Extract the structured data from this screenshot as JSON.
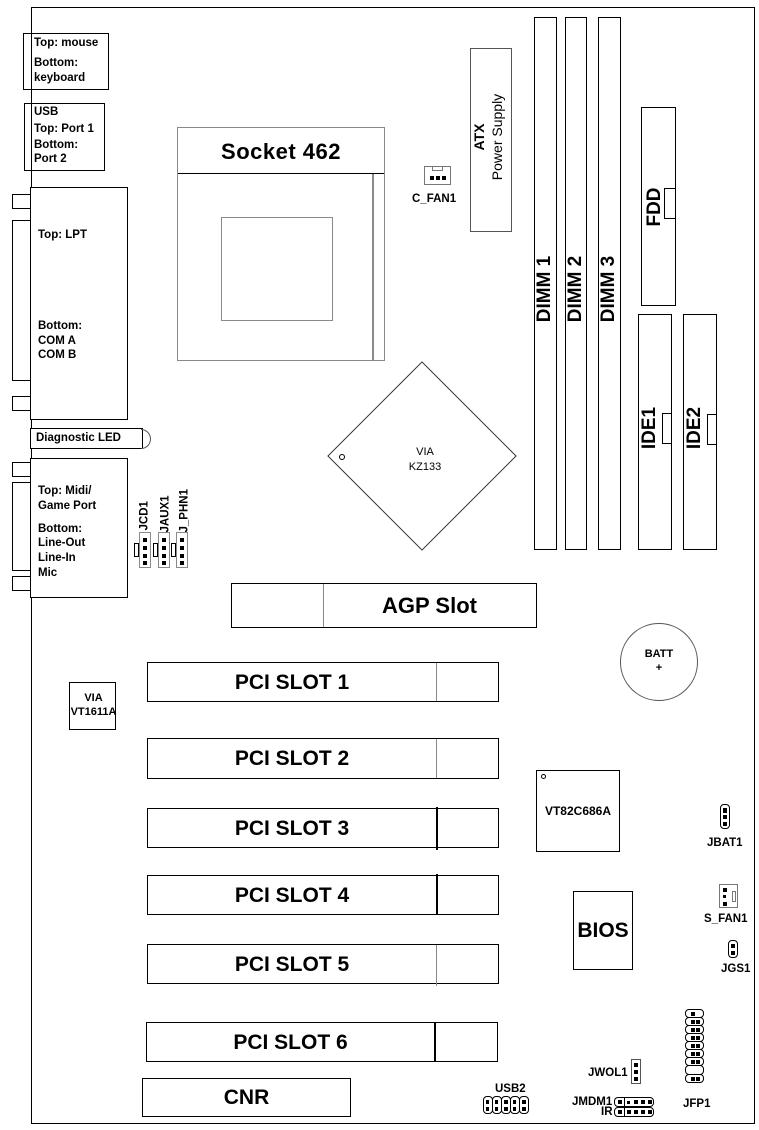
{
  "diagram": {
    "title": "Motherboard layout",
    "back_panel": {
      "ps2": {
        "top": "Top: mouse",
        "bottom_label": "Bottom:",
        "bottom": "keyboard"
      },
      "usb": {
        "title": "USB",
        "top": "Top: Port 1",
        "bottom_label": "Bottom:",
        "bottom": "Port 2"
      },
      "lpt_com": {
        "top": "Top: LPT",
        "bottom_label": "Bottom:",
        "line1": "COM A",
        "line2": "COM B"
      },
      "diag_led": "Diagnostic LED",
      "audio": {
        "top1": "Top: Midi/",
        "top2": "Game Port",
        "bottom_label": "Bottom:",
        "line1": "Line-Out",
        "line2": "Line-In",
        "line3": "Mic"
      }
    },
    "audio_headers": [
      "JCD1",
      "JAUX1",
      "J_PHN1"
    ],
    "cpu_socket": "Socket 462",
    "cpu_fan": "C_FAN1",
    "atx_power": {
      "line1": "ATX",
      "line2": "Power Supply"
    },
    "dimms": [
      "DIMM 1",
      "DIMM 2",
      "DIMM 3"
    ],
    "fdd": "FDD",
    "ide": [
      "IDE1",
      "IDE2"
    ],
    "northbridge": {
      "line1": "VIA",
      "line2": "KZ133"
    },
    "agp": "AGP Slot",
    "audio_codec": {
      "line1": "VIA",
      "line2": "VT1611A"
    },
    "pci_slots": [
      "PCI SLOT 1",
      "PCI SLOT 2",
      "PCI SLOT 3",
      "PCI SLOT 4",
      "PCI SLOT 5",
      "PCI SLOT 6"
    ],
    "cnr": "CNR",
    "battery": {
      "line1": "BATT",
      "line2": "+"
    },
    "southbridge": "VT82C686A",
    "bios": "BIOS",
    "jumpers": {
      "jbat1": "JBAT1",
      "s_fan1": "S_FAN1",
      "jgs1": "JGS1",
      "jwol1": "JWOL1",
      "usb2": "USB2",
      "jmdm1": "JMDM1",
      "ir": "IR",
      "jfp1": "JFP1"
    }
  }
}
